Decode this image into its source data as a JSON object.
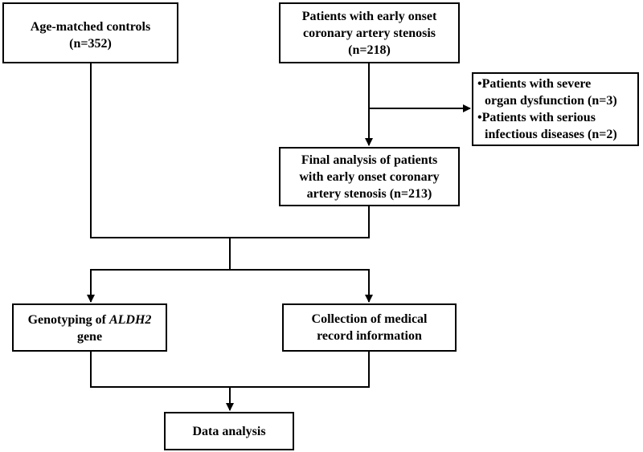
{
  "diagram": {
    "controls": {
      "line1": "Age-matched controls",
      "line2": "(n=352)"
    },
    "patients": {
      "line1": "Patients with early onset",
      "line2": "coronary artery stenosis",
      "line3": "(n=218)"
    },
    "exclusions": {
      "item1_line1": "•Patients with severe",
      "item1_line2": "organ dysfunction  (n=3)",
      "item2_line1": "•Patients with serious",
      "item2_line2": "infectious diseases (n=2)"
    },
    "final": {
      "line1": "Final analysis of patients",
      "line2": "with early onset coronary",
      "line3": "artery stenosis (n=213)"
    },
    "genotyping": {
      "prefix": "Genotyping of ",
      "gene": "ALDH2",
      "line2": "gene"
    },
    "collection": {
      "line1": "Collection of medical",
      "line2": "record information"
    },
    "analysis": {
      "line1": "Data analysis"
    }
  }
}
